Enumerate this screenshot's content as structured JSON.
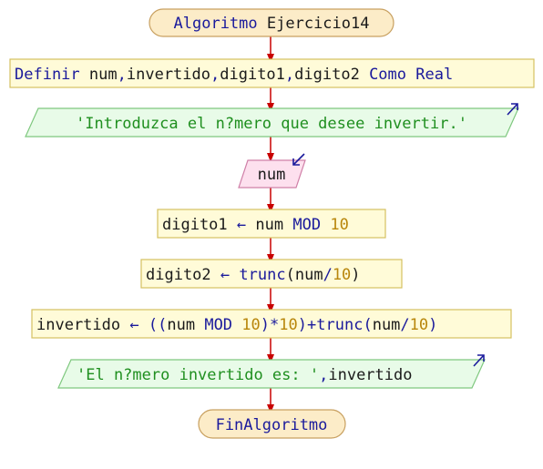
{
  "colors": {
    "terminal_fill": "#fcecc8",
    "terminal_stroke": "#c8a060",
    "process_fill": "#fffbd8",
    "process_stroke": "#d4c060",
    "output_fill": "#e8fbe8",
    "output_stroke": "#7fc87f",
    "input_fill": "#fde0ee",
    "input_stroke": "#d080a8",
    "arrow": "#c80000",
    "io_arrow": "#1a1a9c"
  },
  "nodes": {
    "start": {
      "keyword": "Algoritmo",
      "name": "Ejercicio14"
    },
    "define": {
      "kw1": "Definir",
      "vars1": "num",
      "c1": ",",
      "vars2": "invertido",
      "c2": ",",
      "vars3": "digito1",
      "c3": ",",
      "vars4": "digito2",
      "kw2": "Como",
      "kw3": "Real"
    },
    "write1": {
      "text": "'Introduzca el n?mero que desee invertir.'"
    },
    "read1": {
      "text": "num"
    },
    "assign1": {
      "lhs": "digito1",
      "arrow": "←",
      "a": "num",
      "op": "MOD",
      "n": "10"
    },
    "assign2": {
      "lhs": "digito2",
      "arrow": "←",
      "fn": "trunc",
      "p1": "(",
      "a": "num",
      "op": "/",
      "n": "10",
      "p2": ")"
    },
    "assign3": {
      "lhs": "invertido",
      "arrow": "←",
      "p1": "((",
      "a": "num",
      "op1": "MOD",
      "n1": "10",
      "p2": ")",
      "op2": "*",
      "n2": "10",
      "p3": ")",
      "op3": "+",
      "fn": "trunc",
      "p4": "(",
      "b": "num",
      "op4": "/",
      "n3": "10",
      "p5": ")"
    },
    "write2": {
      "str": "'El n?mero invertido es: '",
      "comma": ",",
      "var": "invertido"
    },
    "end": {
      "text": "FinAlgoritmo"
    }
  }
}
